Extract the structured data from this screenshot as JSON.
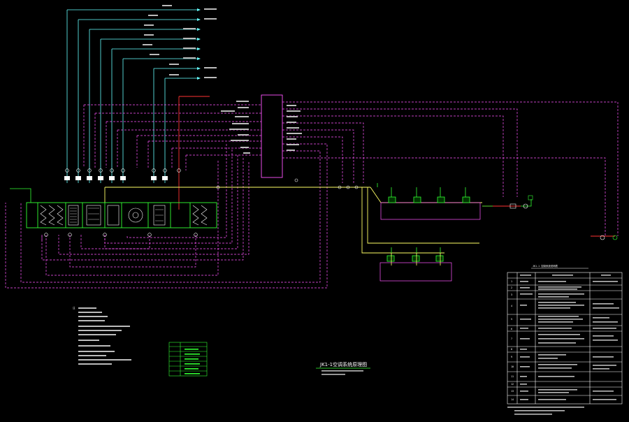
{
  "drawing": {
    "title": "JK1-1空调系统原理图",
    "colors": {
      "background": "#000000",
      "supply": "#ffff66",
      "signal": "#ff55ff",
      "control": "#33ff33",
      "return": "#ff3333",
      "sensor": "#66ffff",
      "text": "#ffffff"
    },
    "table_title": "JK1-1 控制系统说明表",
    "table_row_numbers": [
      "1",
      "2",
      "3",
      "4",
      "5",
      "6",
      "7",
      "8",
      "9",
      "10",
      "11",
      "12",
      "13",
      "14"
    ],
    "legend_items": [
      "",
      "",
      "",
      "",
      "",
      ""
    ],
    "notes_heading": "注"
  }
}
